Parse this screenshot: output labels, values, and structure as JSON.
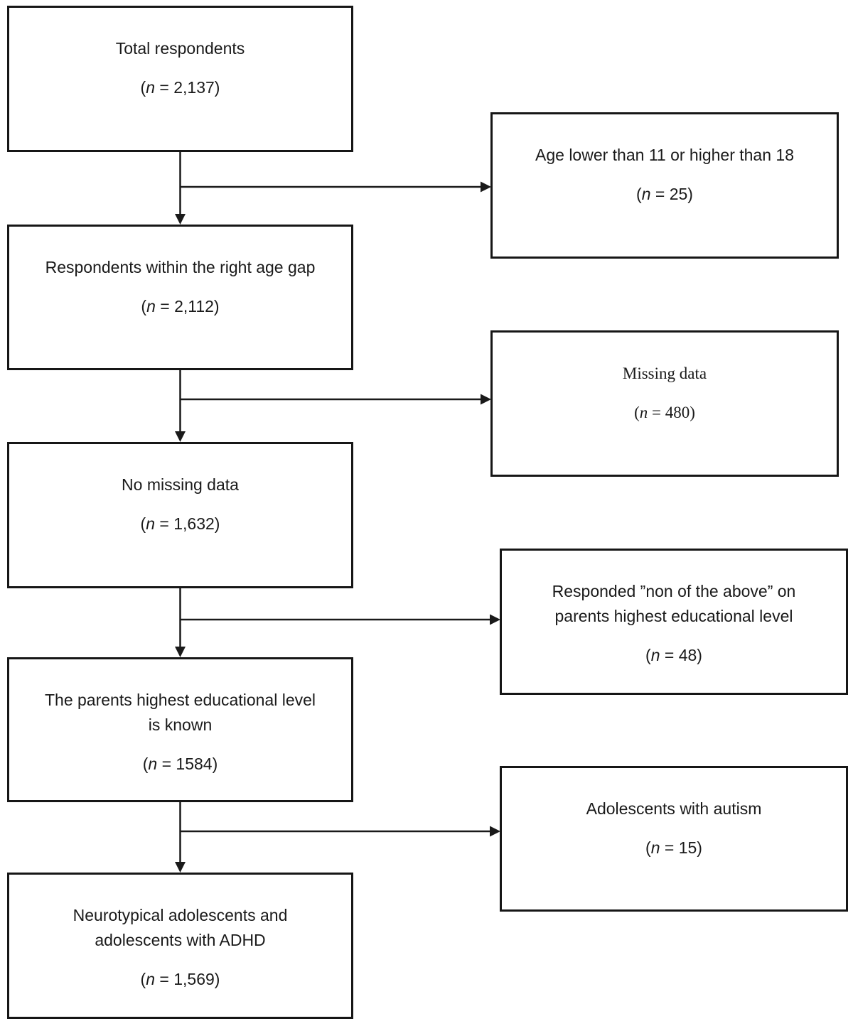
{
  "figure": {
    "type": "participant-flow-diagram"
  },
  "boxes": {
    "left": [
      {
        "id": "total-respondents",
        "lines": [
          "Total respondents"
        ],
        "n_text": "(n = 2,137)"
      },
      {
        "id": "right-age-gap",
        "lines": [
          "Respondents within the right age gap"
        ],
        "n_text": "(n = 2,112)"
      },
      {
        "id": "no-missing-data",
        "lines": [
          "No missing data"
        ],
        "n_text": "(n = 1,632)"
      },
      {
        "id": "parents-education-known",
        "lines": [
          "The parents highest educational level",
          "is known"
        ],
        "n_text": "(n = 1584)"
      },
      {
        "id": "final-sample",
        "lines": [
          "Neurotypical adolescents and",
          "adolescents with ADHD"
        ],
        "n_text": "(n = 1,569)"
      }
    ],
    "right": [
      {
        "id": "age-excluded",
        "lines": [
          "Age lower than 11 or higher than 18"
        ],
        "n_text": "(n = 25)"
      },
      {
        "id": "missing-data-excluded",
        "lines": [
          "Missing data"
        ],
        "n_text": "(n = 480)"
      },
      {
        "id": "none-of-above-excluded",
        "lines": [
          "Responded ”non of the above” on",
          "parents highest educational level"
        ],
        "n_text": "(n = 48)"
      },
      {
        "id": "autism-excluded",
        "lines": [
          "Adolescents with autism"
        ],
        "n_text": "(n = 15)"
      }
    ]
  },
  "edges": [
    {
      "from": "total-respondents",
      "to": "right-age-gap"
    },
    {
      "from": "total-respondents",
      "to": "age-excluded"
    },
    {
      "from": "right-age-gap",
      "to": "no-missing-data"
    },
    {
      "from": "right-age-gap",
      "to": "missing-data-excluded"
    },
    {
      "from": "no-missing-data",
      "to": "parents-education-known"
    },
    {
      "from": "no-missing-data",
      "to": "none-of-above-excluded"
    },
    {
      "from": "parents-education-known",
      "to": "final-sample"
    },
    {
      "from": "parents-education-known",
      "to": "autism-excluded"
    }
  ],
  "colors": {
    "line": "#1a1a1a",
    "text": "#1a1a1a",
    "background": "#ffffff"
  }
}
